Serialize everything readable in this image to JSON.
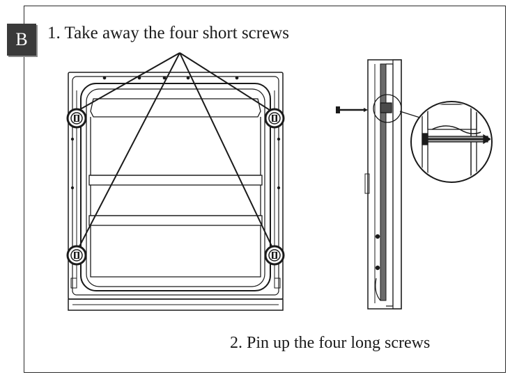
{
  "step_badge": "B",
  "instructions": {
    "step1": "1. Take away the four short screws",
    "step2": "2. Pin up the four long screws"
  },
  "screw_count": 4,
  "colors": {
    "ink": "#1a1a1a",
    "badge_bg": "#3a3a3a",
    "panel_gray": "#555555"
  }
}
